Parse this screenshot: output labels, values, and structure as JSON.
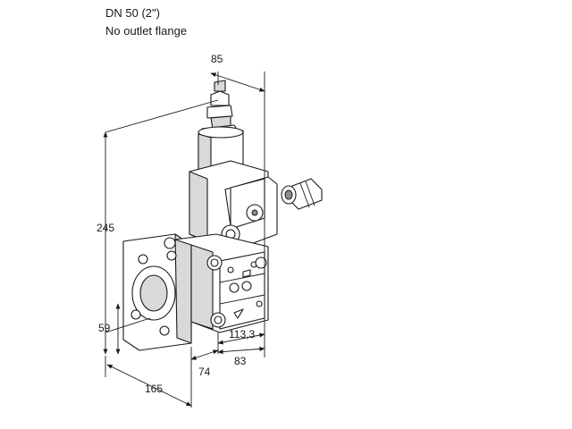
{
  "caption": {
    "size": "DN 50 (2\")",
    "note": "No outlet flange"
  },
  "dimensions": {
    "top_width": "85",
    "overall_height": "245",
    "axis_height": "59",
    "flange_length": "165",
    "offset_74": "74",
    "offset_83": "83",
    "depth_113": "113,3"
  },
  "colors": {
    "line": "#1a1a1a",
    "shade": "#d9d9d9",
    "dark": "#8c8c8c"
  }
}
